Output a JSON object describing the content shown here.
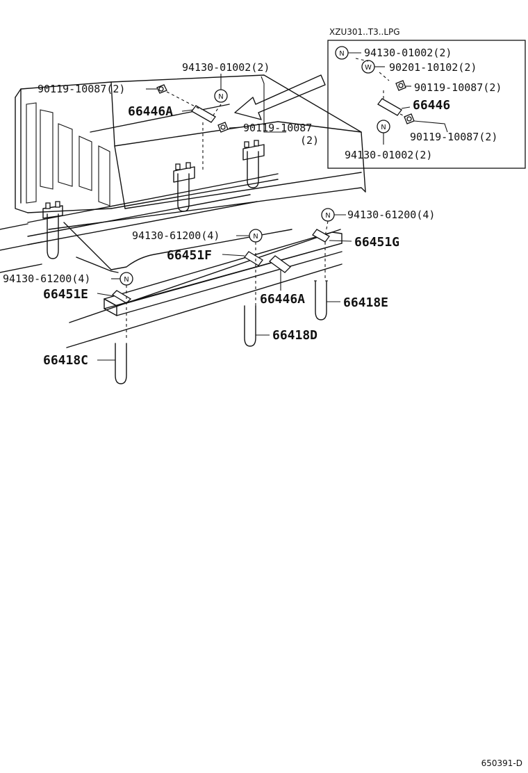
{
  "variant_note": "XZU301..T3..LPG",
  "ref_code": "650391-D",
  "symbols": {
    "nut": "N",
    "washer": "W"
  },
  "labels": {
    "l1": "94130-01002(2)",
    "l2": "90119-10087(2)",
    "l3": "66446A",
    "l4": "90119-10087",
    "l5": "(2)",
    "l6": "94130-61200(4)",
    "l7": "66451G",
    "l8": "94130-61200(4)",
    "l9": "66451F",
    "l10": "94130-61200(4)",
    "l11": "66451E",
    "l12": "66446A",
    "l13": "66418E",
    "l14": "66418D",
    "l15": "66418C"
  },
  "inset_labels": {
    "i1": "94130-01002(2)",
    "i2": "90201-10102(2)",
    "i3": "90119-10087(2)",
    "i4": "66446",
    "i5": "90119-10087(2)",
    "i6": "94130-01002(2)"
  }
}
